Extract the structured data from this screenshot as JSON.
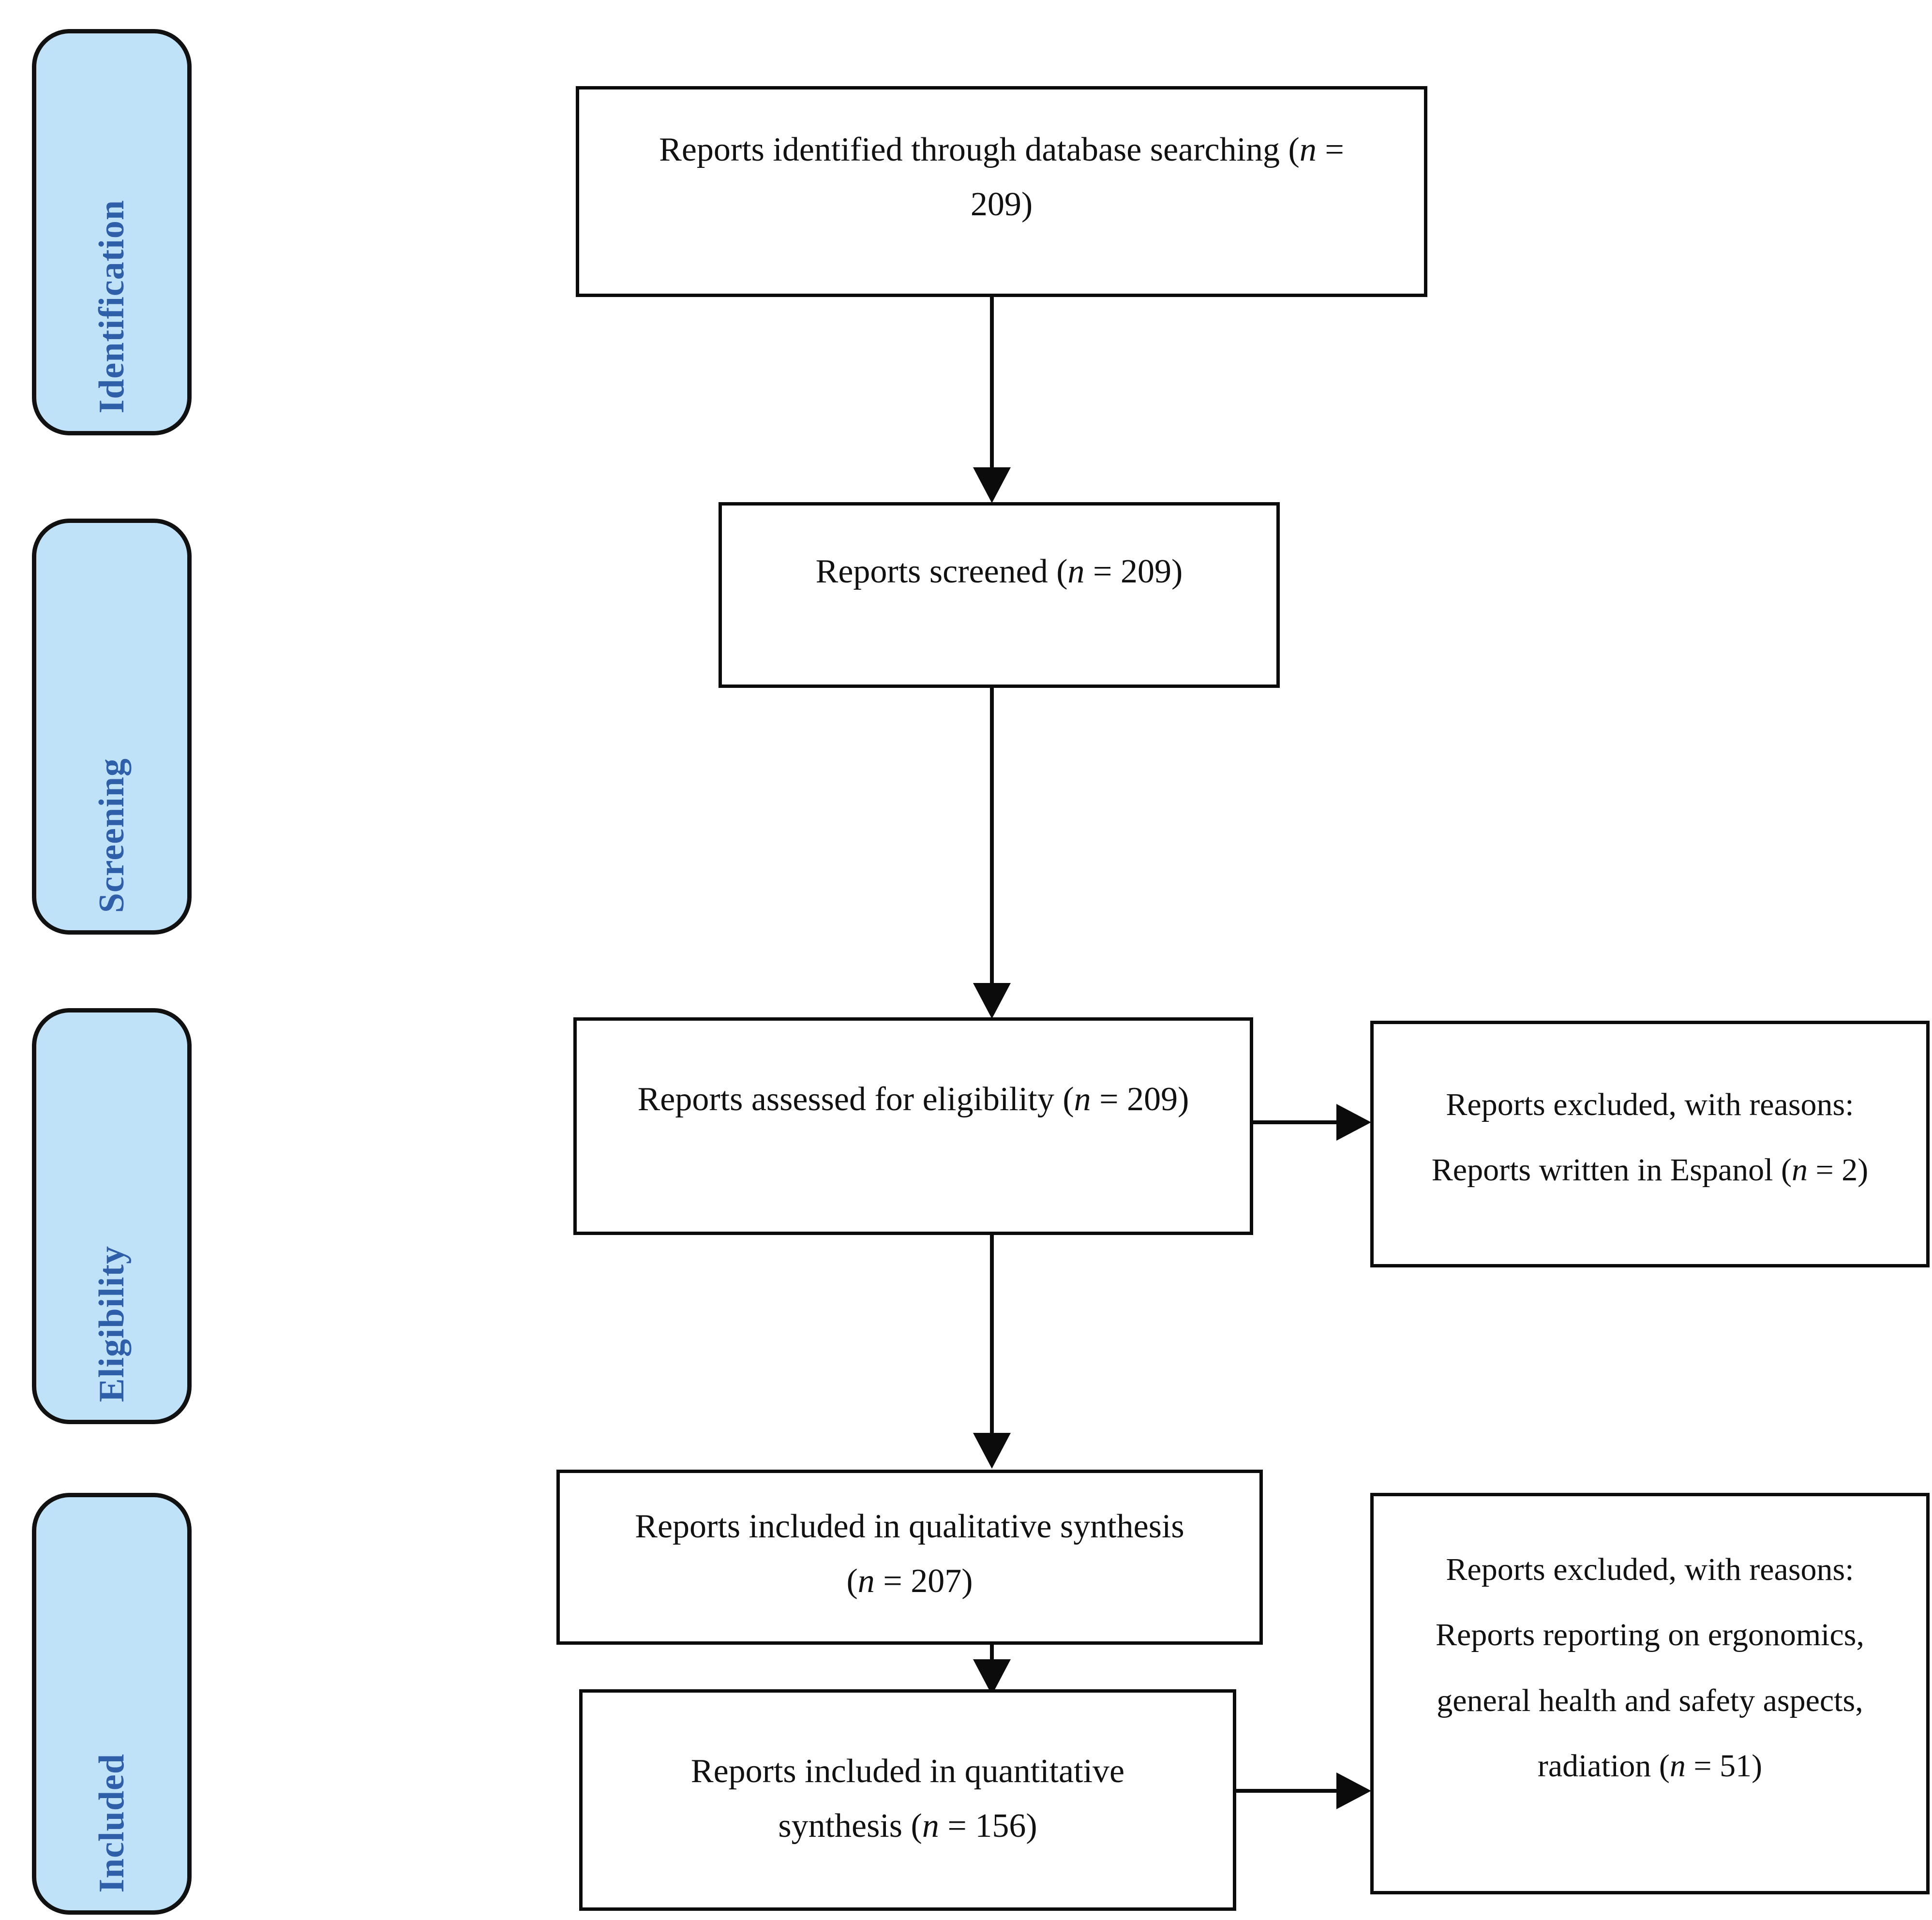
{
  "diagram": {
    "type": "prisma-flow-diagram",
    "accent_color": "#BFE2F8",
    "label_color": "#2F5FA8",
    "line_color": "#0b0b0b"
  },
  "stages": [
    {
      "id": "identification",
      "label": "Identification"
    },
    {
      "id": "screening",
      "label": "Screening"
    },
    {
      "id": "eligibility",
      "label": "Eligibility"
    },
    {
      "id": "included",
      "label": "Included"
    }
  ],
  "boxes": {
    "identified": {
      "line1_pre": "Reports identified through database searching (",
      "line1_it": "n",
      "line1_post": " =",
      "line2": "209)"
    },
    "screened": {
      "pre": "Reports screened (",
      "it": "n",
      "post": " = 209)"
    },
    "eligibility": {
      "pre": "Reports assessed for eligibility (",
      "it": "n",
      "post": " = 209)"
    },
    "excluded_eligibility": {
      "line1": "Reports excluded, with reasons:",
      "line2_pre": "Reports written in Espanol (",
      "line2_it": "n",
      "line2_post": " = 2)"
    },
    "qualitative": {
      "line1": "Reports included in qualitative synthesis",
      "line2_pre": "(",
      "line2_it": "n",
      "line2_post": " = 207)"
    },
    "quantitative": {
      "line1": "Reports included in quantitative",
      "line2_pre": "synthesis (",
      "line2_it": "n",
      "line2_post": " = 156)"
    },
    "excluded_quantitative": {
      "line1": "Reports excluded, with reasons:",
      "line2": "Reports reporting on ergonomics,",
      "line3": "general health and safety aspects,",
      "line4_pre": "radiation (",
      "line4_it": "n",
      "line4_post": " = 51)"
    }
  },
  "counts": {
    "identified": 209,
    "screened": 209,
    "assessed": 209,
    "excluded_espanol": 2,
    "qualitative": 207,
    "quantitative": 156,
    "excluded_scope": 51
  }
}
